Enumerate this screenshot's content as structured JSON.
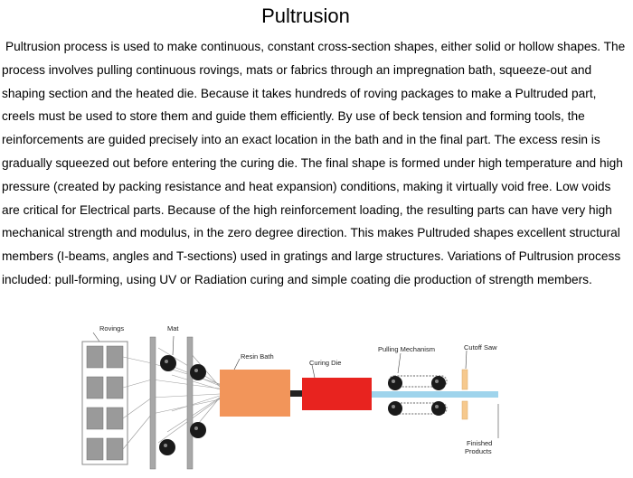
{
  "title": "Pultrusion",
  "paragraph": "Pultrusion process is used to make continuous, constant cross-section shapes, either solid or hollow shapes. The process involves pulling continuous rovings, mats or fabrics through an impregnation bath, squeeze-out and shaping section and the heated die. Because it takes hundreds of roving packages to make a Pultruded part, creels must be used to store them and guide them efficiently. By use of beck tension and forming tools, the reinforcements are guided precisely into an exact location in the bath and in the final part. The excess resin is gradually squeezed out before entering the curing die. The final shape is formed under high temperature and high pressure (created by packing resistance and heat expansion) conditions, making it virtually void free. Low voids are critical for Electrical parts. Because of the high reinforcement loading, the resulting parts can have very high mechanical strength and modulus, in the zero degree direction. This makes Pultruded shapes excellent structural members (I-beams, angles and T-sections) used in gratings and large structures. Variations of Pultrusion process included: pull-forming, using UV or Radiation curing and simple coating die production of strength members.",
  "diagram": {
    "labels": {
      "rovings": "Rovings",
      "mat": "Mat",
      "resin_bath": "Resin Bath",
      "curing_die": "Curing Die",
      "pulling_mechanism": "Pulling Mechanism",
      "cutoff_saw": "Cutoff Saw",
      "finished_line1": "Finished",
      "finished_line2": "Products"
    },
    "colors": {
      "resin_bath": "#f2955a",
      "curing_die": "#e8231f",
      "product": "#9fd4ec",
      "roving_box": "#9a9a9a",
      "guide_plate": "#a8a8a8",
      "saw_blade": "#f6c98e"
    }
  }
}
